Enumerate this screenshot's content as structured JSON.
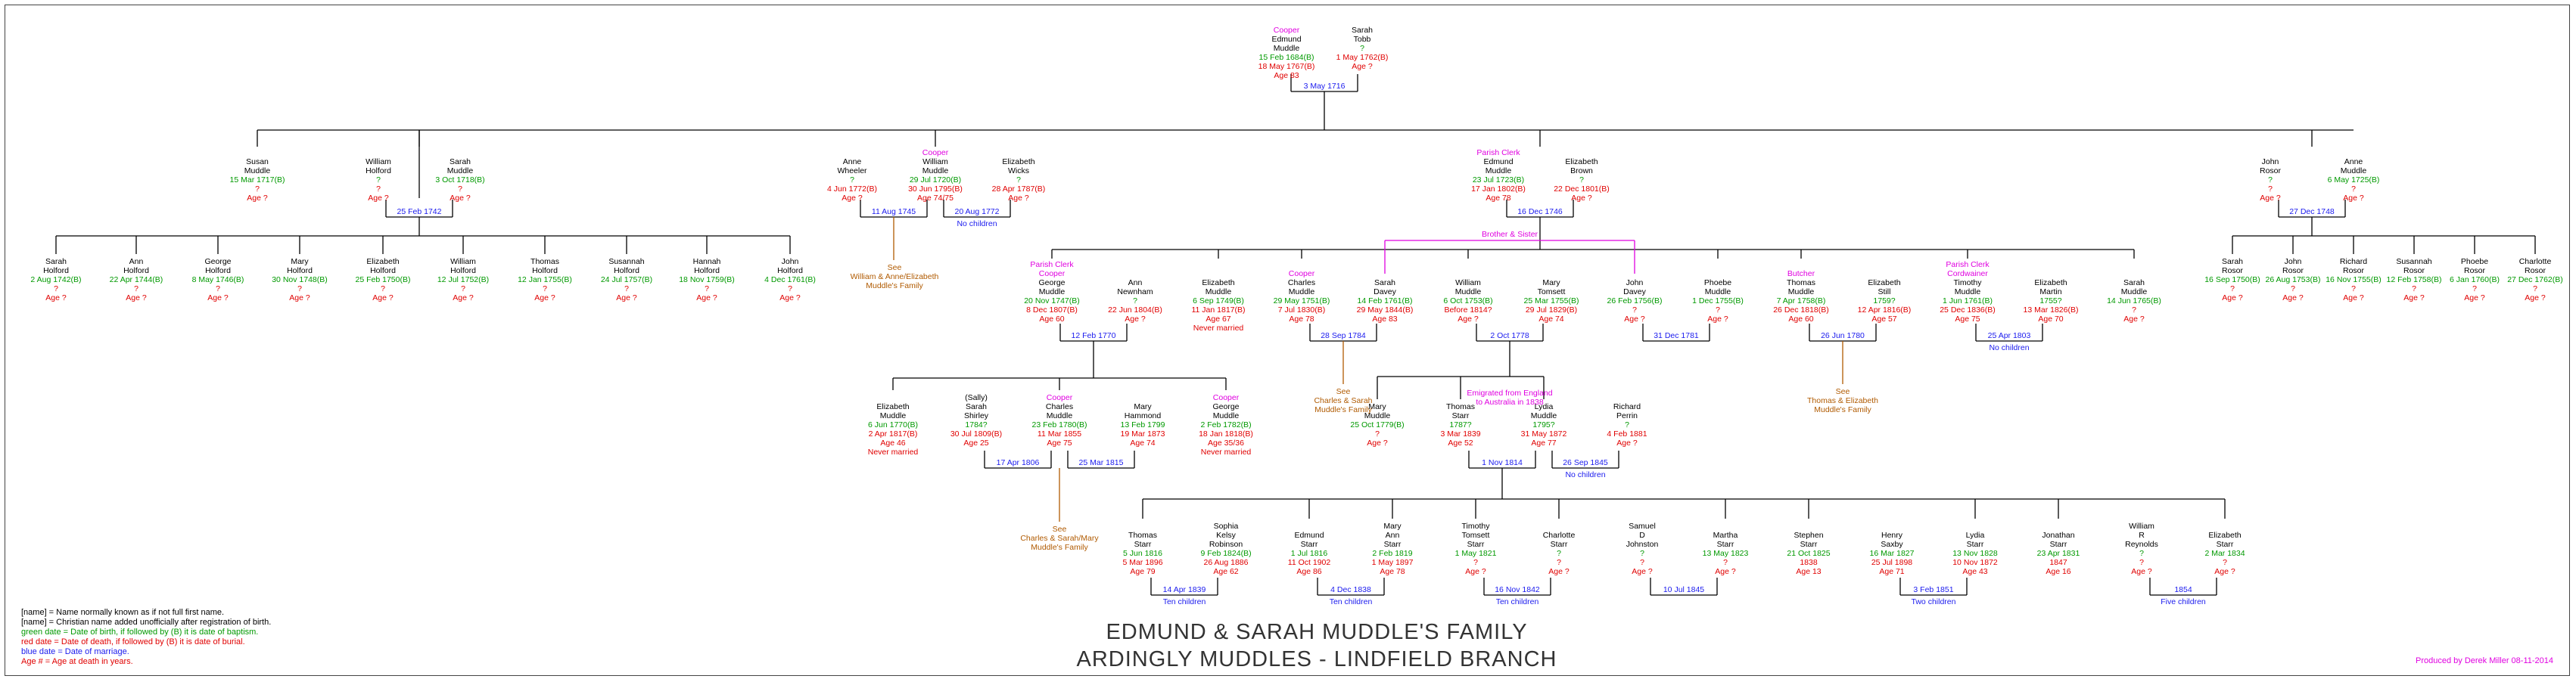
{
  "title": {
    "line1": "EDMUND & SARAH MUDDLE'S FAMILY",
    "line2": "ARDINGLY MUDDLES - LINDFIELD BRANCH"
  },
  "credit": "Produced by Derek Miller 08-11-2014",
  "legend": [
    {
      "text": "[name] = Name normally known as if not full first name.",
      "color": "#000000"
    },
    {
      "text": "[name] = Christian name added unofficially after registration of birth.",
      "color": "#000000"
    },
    {
      "text": "green date = Date of birth, if followed by (B) it is date of baptism.",
      "color": "#009900"
    },
    {
      "text": "red date = Date of death, if followed by (B) it is date of burial.",
      "color": "#e00000"
    },
    {
      "text": "blue date = Date of marriage.",
      "color": "#1a1aee"
    },
    {
      "text": "Age # = Age at death in years.",
      "color": "#e00000"
    }
  ],
  "persons": [
    {
      "id": "edmund1",
      "occ": "Cooper",
      "name": [
        "Edmund",
        "Muddle"
      ],
      "birth": "15 Feb 1684(B)",
      "death": "18 May 1767(B)",
      "age": "Age 83"
    },
    {
      "id": "sarahtobb",
      "name": [
        "Sarah",
        "Tobb"
      ],
      "birth": "?",
      "death": "1 May 1762(B)",
      "age": "Age ?"
    },
    {
      "id": "susan",
      "name": [
        "Susan",
        "Muddle"
      ],
      "birth": "15 Mar 1717(B)",
      "death": "?",
      "age": "Age ?"
    },
    {
      "id": "wholford",
      "name": [
        "William",
        "Holford"
      ],
      "birth": "?",
      "death": "?",
      "age": "Age ?"
    },
    {
      "id": "sarahm",
      "name": [
        "Sarah",
        "Muddle"
      ],
      "birth": "3 Oct 1718(B)",
      "death": "?",
      "age": "Age ?"
    },
    {
      "id": "annewheeler",
      "name": [
        "Anne",
        "Wheeler"
      ],
      "birth": "?",
      "death": "4 Jun 1772(B)",
      "age": "Age ?"
    },
    {
      "id": "williamm",
      "occ": "Cooper",
      "name": [
        "William",
        "Muddle"
      ],
      "birth": "29 Jul 1720(B)",
      "death": "30 Jun 1795(B)",
      "age": "Age 74/75"
    },
    {
      "id": "ewicks",
      "name": [
        "Elizabeth",
        "Wicks"
      ],
      "birth": "?",
      "death": "28 Apr 1787(B)",
      "age": "Age ?"
    },
    {
      "id": "edmund2",
      "occ": "Parish Clerk",
      "name": [
        "Edmund",
        "Muddle"
      ],
      "birth": "23 Jul 1723(B)",
      "death": "17 Jan 1802(B)",
      "age": "Age 78"
    },
    {
      "id": "ebrown",
      "name": [
        "Elizabeth",
        "Brown"
      ],
      "birth": "?",
      "death": "22 Dec 1801(B)",
      "age": "Age ?"
    },
    {
      "id": "jrosor",
      "name": [
        "John",
        "Rosor"
      ],
      "birth": "?",
      "death": "?",
      "age": "Age ?"
    },
    {
      "id": "annem",
      "name": [
        "Anne",
        "Muddle"
      ],
      "birth": "6 May 1725(B)",
      "death": "?",
      "age": "Age ?"
    },
    {
      "id": "h1",
      "name": [
        "Sarah",
        "Holford"
      ],
      "birth": "2 Aug 1742(B)",
      "death": "?",
      "age": "Age ?"
    },
    {
      "id": "h2",
      "name": [
        "Ann",
        "Holford"
      ],
      "birth": "22 Apr 1744(B)",
      "death": "?",
      "age": "Age ?"
    },
    {
      "id": "h3",
      "name": [
        "George",
        "Holford"
      ],
      "birth": "8 May 1746(B)",
      "death": "?",
      "age": "Age ?"
    },
    {
      "id": "h4",
      "name": [
        "Mary",
        "Holford"
      ],
      "birth": "30 Nov 1748(B)",
      "death": "?",
      "age": "Age ?"
    },
    {
      "id": "h5",
      "name": [
        "Elizabeth",
        "Holford"
      ],
      "birth": "25 Feb 1750(B)",
      "death": "?",
      "age": "Age ?"
    },
    {
      "id": "h6",
      "name": [
        "William",
        "Holford"
      ],
      "birth": "12 Jul 1752(B)",
      "death": "?",
      "age": "Age ?"
    },
    {
      "id": "h7",
      "name": [
        "Thomas",
        "Holford"
      ],
      "birth": "12 Jan 1755(B)",
      "death": "?",
      "age": "Age ?"
    },
    {
      "id": "h8",
      "name": [
        "Susannah",
        "Holford"
      ],
      "birth": "24 Jul 1757(B)",
      "death": "?",
      "age": "Age ?"
    },
    {
      "id": "h9",
      "name": [
        "Hannah",
        "Holford"
      ],
      "birth": "18 Nov 1759(B)",
      "death": "?",
      "age": "Age ?"
    },
    {
      "id": "h10",
      "name": [
        "John",
        "Holford"
      ],
      "birth": "4 Dec 1761(B)",
      "death": "?",
      "age": "Age ?"
    },
    {
      "id": "georgem",
      "occ": "Parish Clerk\nCooper",
      "name": [
        "George",
        "Muddle"
      ],
      "birth": "20 Nov 1747(B)",
      "death": "8 Dec 1807(B)",
      "age": "Age 60"
    },
    {
      "id": "annnewnham",
      "name": [
        "Ann",
        "Newnham"
      ],
      "birth": "?",
      "death": "22 Jun 1804(B)",
      "age": "Age ?"
    },
    {
      "id": "elizm1",
      "name": [
        "Elizabeth",
        "Muddle"
      ],
      "birth": "6 Sep 1749(B)",
      "death": "11 Jan 1817(B)",
      "age": "Age 67",
      "note": "Never married"
    },
    {
      "id": "charlesm1",
      "occ": "Cooper",
      "name": [
        "Charles",
        "Muddle"
      ],
      "birth": "29 May 1751(B)",
      "death": "7 Jul 1830(B)",
      "age": "Age 78"
    },
    {
      "id": "sarahdavey",
      "name": [
        "Sarah",
        "Davey"
      ],
      "birth": "14 Feb 1761(B)",
      "death": "29 May 1844(B)",
      "age": "Age 83"
    },
    {
      "id": "williamm2",
      "name": [
        "William",
        "Muddle"
      ],
      "birth": "6 Oct 1753(B)",
      "death": "Before 1814?",
      "age": "Age ?"
    },
    {
      "id": "marytomsett",
      "name": [
        "Mary",
        "Tomsett"
      ],
      "birth": "25 Mar 1755(B)",
      "death": "29 Jul 1829(B)",
      "age": "Age 74"
    },
    {
      "id": "johndavey",
      "name": [
        "John",
        "Davey"
      ],
      "birth": "26 Feb 1756(B)",
      "death": "?",
      "age": "Age ?"
    },
    {
      "id": "phoebem",
      "name": [
        "Phoebe",
        "Muddle"
      ],
      "birth": "1 Dec 1755(B)",
      "death": "?",
      "age": "Age ?"
    },
    {
      "id": "thomasm",
      "occ": "Butcher",
      "name": [
        "Thomas",
        "Muddle"
      ],
      "birth": "7 Apr 1758(B)",
      "death": "26 Dec 1818(B)",
      "age": "Age 60"
    },
    {
      "id": "elizstill",
      "name": [
        "Elizabeth",
        "Still"
      ],
      "birth": "1759?",
      "death": "12 Apr 1816(B)",
      "age": "Age 57"
    },
    {
      "id": "timothym",
      "occ": "Parish Clerk\nCordwainer",
      "name": [
        "Timothy",
        "Muddle"
      ],
      "birth": "1 Jun 1761(B)",
      "death": "25 Dec 1836(B)",
      "age": "Age 75"
    },
    {
      "id": "elizmartin",
      "name": [
        "Elizabeth",
        "Martin"
      ],
      "birth": "1755?",
      "death": "13 Mar 1826(B)",
      "age": "Age 70"
    },
    {
      "id": "sarahm2",
      "name": [
        "Sarah",
        "Muddle"
      ],
      "birth": "14 Jun 1765(B)",
      "death": "?",
      "age": "Age ?"
    },
    {
      "id": "r1",
      "name": [
        "Sarah",
        "Rosor"
      ],
      "birth": "16 Sep 1750(B)",
      "death": "?",
      "age": "Age ?"
    },
    {
      "id": "r2",
      "name": [
        "John",
        "Rosor"
      ],
      "birth": "26 Aug 1753(B)",
      "death": "?",
      "age": "Age ?"
    },
    {
      "id": "r3",
      "name": [
        "Richard",
        "Rosor"
      ],
      "birth": "16 Nov 1755(B)",
      "death": "?",
      "age": "Age ?"
    },
    {
      "id": "r4",
      "name": [
        "Susannah",
        "Rosor"
      ],
      "birth": "12 Feb 1758(B)",
      "death": "?",
      "age": "Age ?"
    },
    {
      "id": "r5",
      "name": [
        "Phoebe",
        "Rosor"
      ],
      "birth": "6 Jan 1760(B)",
      "death": "?",
      "age": "Age ?"
    },
    {
      "id": "r6",
      "name": [
        "Charlotte",
        "Rosor"
      ],
      "birth": "27 Dec 1762(B)",
      "death": "?",
      "age": "Age ?"
    },
    {
      "id": "elizm2",
      "name": [
        "Elizabeth",
        "Muddle"
      ],
      "birth": "6 Jun 1770(B)",
      "death": "2 Apr 1817(B)",
      "age": "Age 46",
      "note": "Never married"
    },
    {
      "id": "sallyshirley",
      "name": [
        "(Sally)",
        "Sarah",
        "Shirley"
      ],
      "birth": "1784?",
      "death": "30 Jul 1809(B)",
      "age": "Age 25"
    },
    {
      "id": "charlesm2",
      "occ": "Cooper",
      "name": [
        "Charles",
        "Muddle"
      ],
      "birth": "23 Feb 1780(B)",
      "death": "11 Mar 1855",
      "age": "Age 75"
    },
    {
      "id": "maryhammond",
      "name": [
        "Mary",
        "Hammond"
      ],
      "birth": "13 Feb 1799",
      "death": "19 Mar 1873",
      "age": "Age 74"
    },
    {
      "id": "georgem2",
      "occ": "Cooper",
      "name": [
        "George",
        "Muddle"
      ],
      "birth": "2 Feb 1782(B)",
      "death": "18 Jan 1818(B)",
      "age": "Age 35/36",
      "note": "Never married"
    },
    {
      "id": "marym",
      "name": [
        "Mary",
        "Muddle"
      ],
      "birth": "25 Oct 1779(B)",
      "death": "?",
      "age": "Age ?"
    },
    {
      "id": "thomasstarr",
      "name": [
        "Thomas",
        "Starr"
      ],
      "birth": "1787?",
      "death": "3 Mar 1839",
      "age": "Age 52"
    },
    {
      "id": "lydiam",
      "name": [
        "Lydia",
        "Muddle"
      ],
      "birth": "1795?",
      "death": "31 May 1872",
      "age": "Age 77"
    },
    {
      "id": "richardperrin",
      "name": [
        "Richard",
        "Perrin"
      ],
      "birth": "?",
      "death": "4 Feb 1881",
      "age": "Age ?"
    },
    {
      "id": "s1",
      "name": [
        "Thomas",
        "Starr"
      ],
      "birth": "5 Jun 1816",
      "death": "5 Mar 1896",
      "age": "Age 79"
    },
    {
      "id": "sophia",
      "name": [
        "Sophia",
        "Kelsy",
        "Robinson"
      ],
      "birth": "9 Feb 1824(B)",
      "death": "26 Aug 1886",
      "age": "Age 62"
    },
    {
      "id": "edmundstarr",
      "name": [
        "Edmund",
        "Starr"
      ],
      "birth": "1 Jul 1816",
      "death": "11 Oct 1902",
      "age": "Age 86"
    },
    {
      "id": "maryannstarr",
      "name": [
        "Mary",
        "Ann",
        "Starr"
      ],
      "birth": "2 Feb 1819",
      "death": "1 May 1897",
      "age": "Age 78"
    },
    {
      "id": "timothystarr",
      "name": [
        "Timothy",
        "Tomsett",
        "Starr"
      ],
      "birth": "1 May 1821",
      "death": "?",
      "age": "Age ?"
    },
    {
      "id": "charlottestarr",
      "name": [
        "Charlotte",
        "Starr"
      ],
      "birth": "?",
      "death": "?",
      "age": "Age ?"
    },
    {
      "id": "samueljohnston",
      "name": [
        "Samuel",
        "D",
        "Johnston"
      ],
      "birth": "?",
      "death": "?",
      "age": "Age ?"
    },
    {
      "id": "marthastarr",
      "name": [
        "Martha",
        "Starr"
      ],
      "birth": "13 May 1823",
      "death": "?",
      "age": "Age ?"
    },
    {
      "id": "stephenstarr",
      "name": [
        "Stephen",
        "Starr"
      ],
      "birth": "21 Oct 1825",
      "death": "1838",
      "age": "Age 13"
    },
    {
      "id": "henrysaxby",
      "name": [
        "Henry",
        "Saxby"
      ],
      "birth": "16 Mar 1827",
      "death": "25 Jul 1898",
      "age": "Age 71"
    },
    {
      "id": "lydiastarr",
      "name": [
        "Lydia",
        "Starr"
      ],
      "birth": "13 Nov 1828",
      "death": "10 Nov 1872",
      "age": "Age 43"
    },
    {
      "id": "jonathanstarr",
      "name": [
        "Jonathan",
        "Starr"
      ],
      "birth": "23 Apr 1831",
      "death": "1847",
      "age": "Age 16"
    },
    {
      "id": "williamreynolds",
      "name": [
        "William",
        "R",
        "Reynolds"
      ],
      "birth": "?",
      "death": "?",
      "age": "Age ?"
    },
    {
      "id": "elizstarr",
      "name": [
        "Elizabeth",
        "Starr"
      ],
      "birth": "2 Mar 1834",
      "death": "?",
      "age": "Age ?"
    }
  ],
  "marriages": [
    {
      "id": "m1",
      "date": "3 May 1716"
    },
    {
      "id": "m2",
      "date": "25 Feb 1742"
    },
    {
      "id": "m3",
      "date": "11 Aug 1745"
    },
    {
      "id": "m4",
      "date": "20 Aug 1772",
      "note": "No children"
    },
    {
      "id": "m5",
      "date": "16 Dec 1746"
    },
    {
      "id": "m6",
      "date": "27 Dec 1748"
    },
    {
      "id": "m7",
      "date": "12 Feb 1770"
    },
    {
      "id": "m8",
      "date": "28 Sep 1784"
    },
    {
      "id": "m9",
      "date": "2 Oct 1778"
    },
    {
      "id": "m10",
      "date": "31 Dec 1781"
    },
    {
      "id": "m11",
      "date": "26 Jun 1780"
    },
    {
      "id": "m12",
      "date": "25 Apr 1803",
      "note": "No children"
    },
    {
      "id": "m13",
      "date": "17 Apr 1806"
    },
    {
      "id": "m14",
      "date": "25 Mar 1815"
    },
    {
      "id": "m15",
      "date": "1 Nov 1814"
    },
    {
      "id": "m16",
      "date": "26 Sep 1845",
      "note": "No children"
    },
    {
      "id": "m17",
      "date": "14 Apr 1839",
      "note": "Ten children"
    },
    {
      "id": "m18",
      "date": "4 Dec 1838",
      "note": "Ten children"
    },
    {
      "id": "m19",
      "date": "16 Nov 1842",
      "note": "Ten children"
    },
    {
      "id": "m20",
      "date": "10 Jul 1845"
    },
    {
      "id": "m21",
      "date": "3 Feb 1851",
      "note": "Two children"
    },
    {
      "id": "m22",
      "date": "1854",
      "note": "Five children"
    }
  ],
  "see_notes": [
    {
      "id": "see1",
      "text": "See\nWilliam & Anne/Elizabeth\nMuddle's Family"
    },
    {
      "id": "see2",
      "text": "See\nCharles & Sarah\nMuddle's Family"
    },
    {
      "id": "see3",
      "text": "See\nThomas & Elizabeth\nMuddle's Family"
    },
    {
      "id": "see4",
      "text": "See\nCharles & Sarah/Mary\nMuddle's Family"
    }
  ],
  "annotations": [
    {
      "id": "brother",
      "text": "Brother & Sister"
    },
    {
      "id": "emigrated",
      "text": "Emigrated from England\nto Australia in 1838"
    }
  ]
}
